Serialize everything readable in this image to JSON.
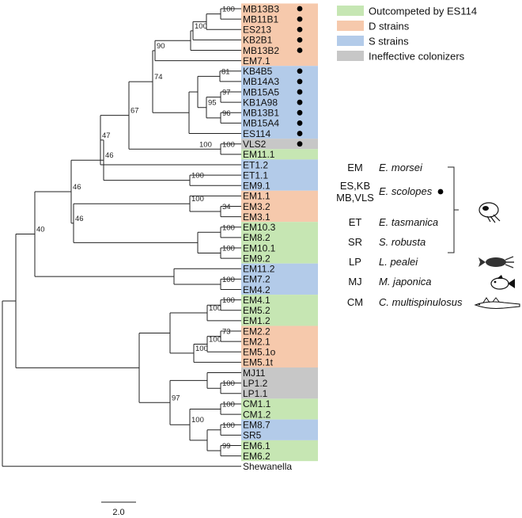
{
  "colors": {
    "green": "#c6e6b3",
    "orange": "#f6c9ac",
    "blue": "#b3cbe9",
    "gray": "#c7c7c7"
  },
  "legend": [
    {
      "label": "Outcompeted by ES114",
      "color": "green"
    },
    {
      "label": "D strains",
      "color": "orange"
    },
    {
      "label": "S strains",
      "color": "blue"
    },
    {
      "label": "Ineffective colonizers",
      "color": "gray"
    }
  ],
  "leaves": [
    {
      "label": "MB13B3",
      "group": "orange",
      "dot": true
    },
    {
      "label": "MB11B1",
      "group": "orange",
      "dot": true
    },
    {
      "label": "ES213",
      "group": "orange",
      "dot": true
    },
    {
      "label": "KB2B1",
      "group": "orange",
      "dot": true
    },
    {
      "label": "MB13B2",
      "group": "orange",
      "dot": true
    },
    {
      "label": "EM7.1",
      "group": "orange",
      "dot": false
    },
    {
      "label": "KB4B5",
      "group": "blue",
      "dot": true
    },
    {
      "label": "MB14A3",
      "group": "blue",
      "dot": true
    },
    {
      "label": "MB15A5",
      "group": "blue",
      "dot": true
    },
    {
      "label": "KB1A98",
      "group": "blue",
      "dot": true
    },
    {
      "label": "MB13B1",
      "group": "blue",
      "dot": true
    },
    {
      "label": "MB15A4",
      "group": "blue",
      "dot": true
    },
    {
      "label": "ES114",
      "group": "blue",
      "dot": true
    },
    {
      "label": "VLS2",
      "group": "gray",
      "dot": true
    },
    {
      "label": "EM11.1",
      "group": "green",
      "dot": false
    },
    {
      "label": "ET1.2",
      "group": "blue",
      "dot": false
    },
    {
      "label": "ET1.1",
      "group": "blue",
      "dot": false
    },
    {
      "label": "EM9.1",
      "group": "blue",
      "dot": false
    },
    {
      "label": "EM1.1",
      "group": "orange",
      "dot": false
    },
    {
      "label": "EM3.2",
      "group": "orange",
      "dot": false
    },
    {
      "label": "EM3.1",
      "group": "orange",
      "dot": false
    },
    {
      "label": "EM10.3",
      "group": "green",
      "dot": false
    },
    {
      "label": "EM8.2",
      "group": "green",
      "dot": false
    },
    {
      "label": "EM10.1",
      "group": "green",
      "dot": false
    },
    {
      "label": "EM9.2",
      "group": "green",
      "dot": false
    },
    {
      "label": "EM11.2",
      "group": "blue",
      "dot": false
    },
    {
      "label": "EM7.2",
      "group": "blue",
      "dot": false
    },
    {
      "label": "EM4.2",
      "group": "blue",
      "dot": false
    },
    {
      "label": "EM4.1",
      "group": "green",
      "dot": false
    },
    {
      "label": "EM5.2",
      "group": "green",
      "dot": false
    },
    {
      "label": "EM1.2",
      "group": "green",
      "dot": false
    },
    {
      "label": "EM2.2",
      "group": "orange",
      "dot": false
    },
    {
      "label": "EM2.1",
      "group": "orange",
      "dot": false
    },
    {
      "label": "EM5.1o",
      "group": "orange",
      "dot": false
    },
    {
      "label": "EM5.1t",
      "group": "orange",
      "dot": false
    },
    {
      "label": "MJ11",
      "group": "gray",
      "dot": false
    },
    {
      "label": "LP1.2",
      "group": "gray",
      "dot": false
    },
    {
      "label": "LP1.1",
      "group": "gray",
      "dot": false
    },
    {
      "label": "CM1.1",
      "group": "green",
      "dot": false
    },
    {
      "label": "CM1.2",
      "group": "green",
      "dot": false
    },
    {
      "label": "EM8.7",
      "group": "blue",
      "dot": false
    },
    {
      "label": "SR5",
      "group": "blue",
      "dot": false
    },
    {
      "label": "EM6.1",
      "group": "green",
      "dot": false
    },
    {
      "label": "EM6.2",
      "group": "green",
      "dot": false
    },
    {
      "label": "Shewanella",
      "group": "none",
      "dot": false
    }
  ],
  "bootstrap_values": [
    "100",
    "100",
    "90",
    "81",
    "97",
    "95",
    "96",
    "74",
    "100",
    "100",
    "67",
    "47",
    "100",
    "46",
    "100",
    "34",
    "46",
    "100",
    "100",
    "46",
    "100",
    "40",
    "100",
    "100",
    "73",
    "100",
    "100",
    "100",
    "97",
    "100",
    "100",
    "99",
    "100"
  ],
  "species_key": [
    {
      "code": "EM",
      "species": "E. morsei",
      "dot": false
    },
    {
      "code": "ES,KB\nMB,VLS",
      "species": "E. scolopes",
      "dot": true
    },
    {
      "code": "ET",
      "species": "E. tasmanica",
      "dot": false
    },
    {
      "code": "SR",
      "species": "S. robusta",
      "dot": false
    },
    {
      "code": "LP",
      "species": "L. pealei",
      "dot": false
    },
    {
      "code": "MJ",
      "species": "M. japonica",
      "dot": false
    },
    {
      "code": "CM",
      "species": "C. multispinulosus",
      "dot": false
    }
  ],
  "animal_icons": [
    "bobtail-squid-icon",
    "loligo-squid-icon",
    "fish-icon",
    "eel-fish-icon"
  ],
  "scale_bar": {
    "label": "2.0"
  }
}
